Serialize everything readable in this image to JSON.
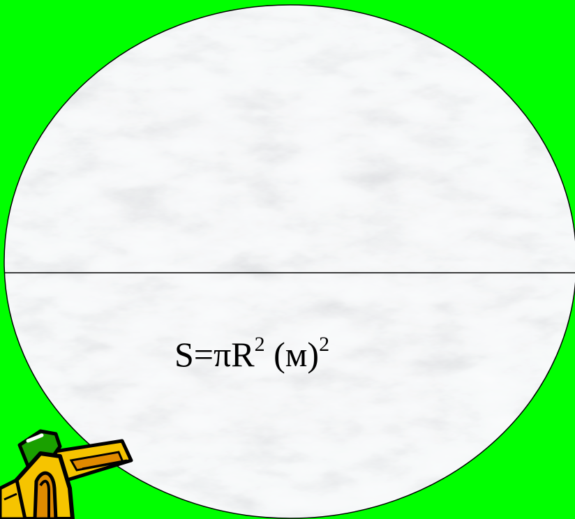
{
  "colors": {
    "background": "#00ff00",
    "disk_outline": "#000000",
    "marble_base": "#eceeef"
  },
  "formula": {
    "left": "S=πR",
    "exp1": "2",
    "middle": " (м)",
    "exp2": "2"
  },
  "decoration": {
    "icon": "pencil-clipart-icon"
  }
}
